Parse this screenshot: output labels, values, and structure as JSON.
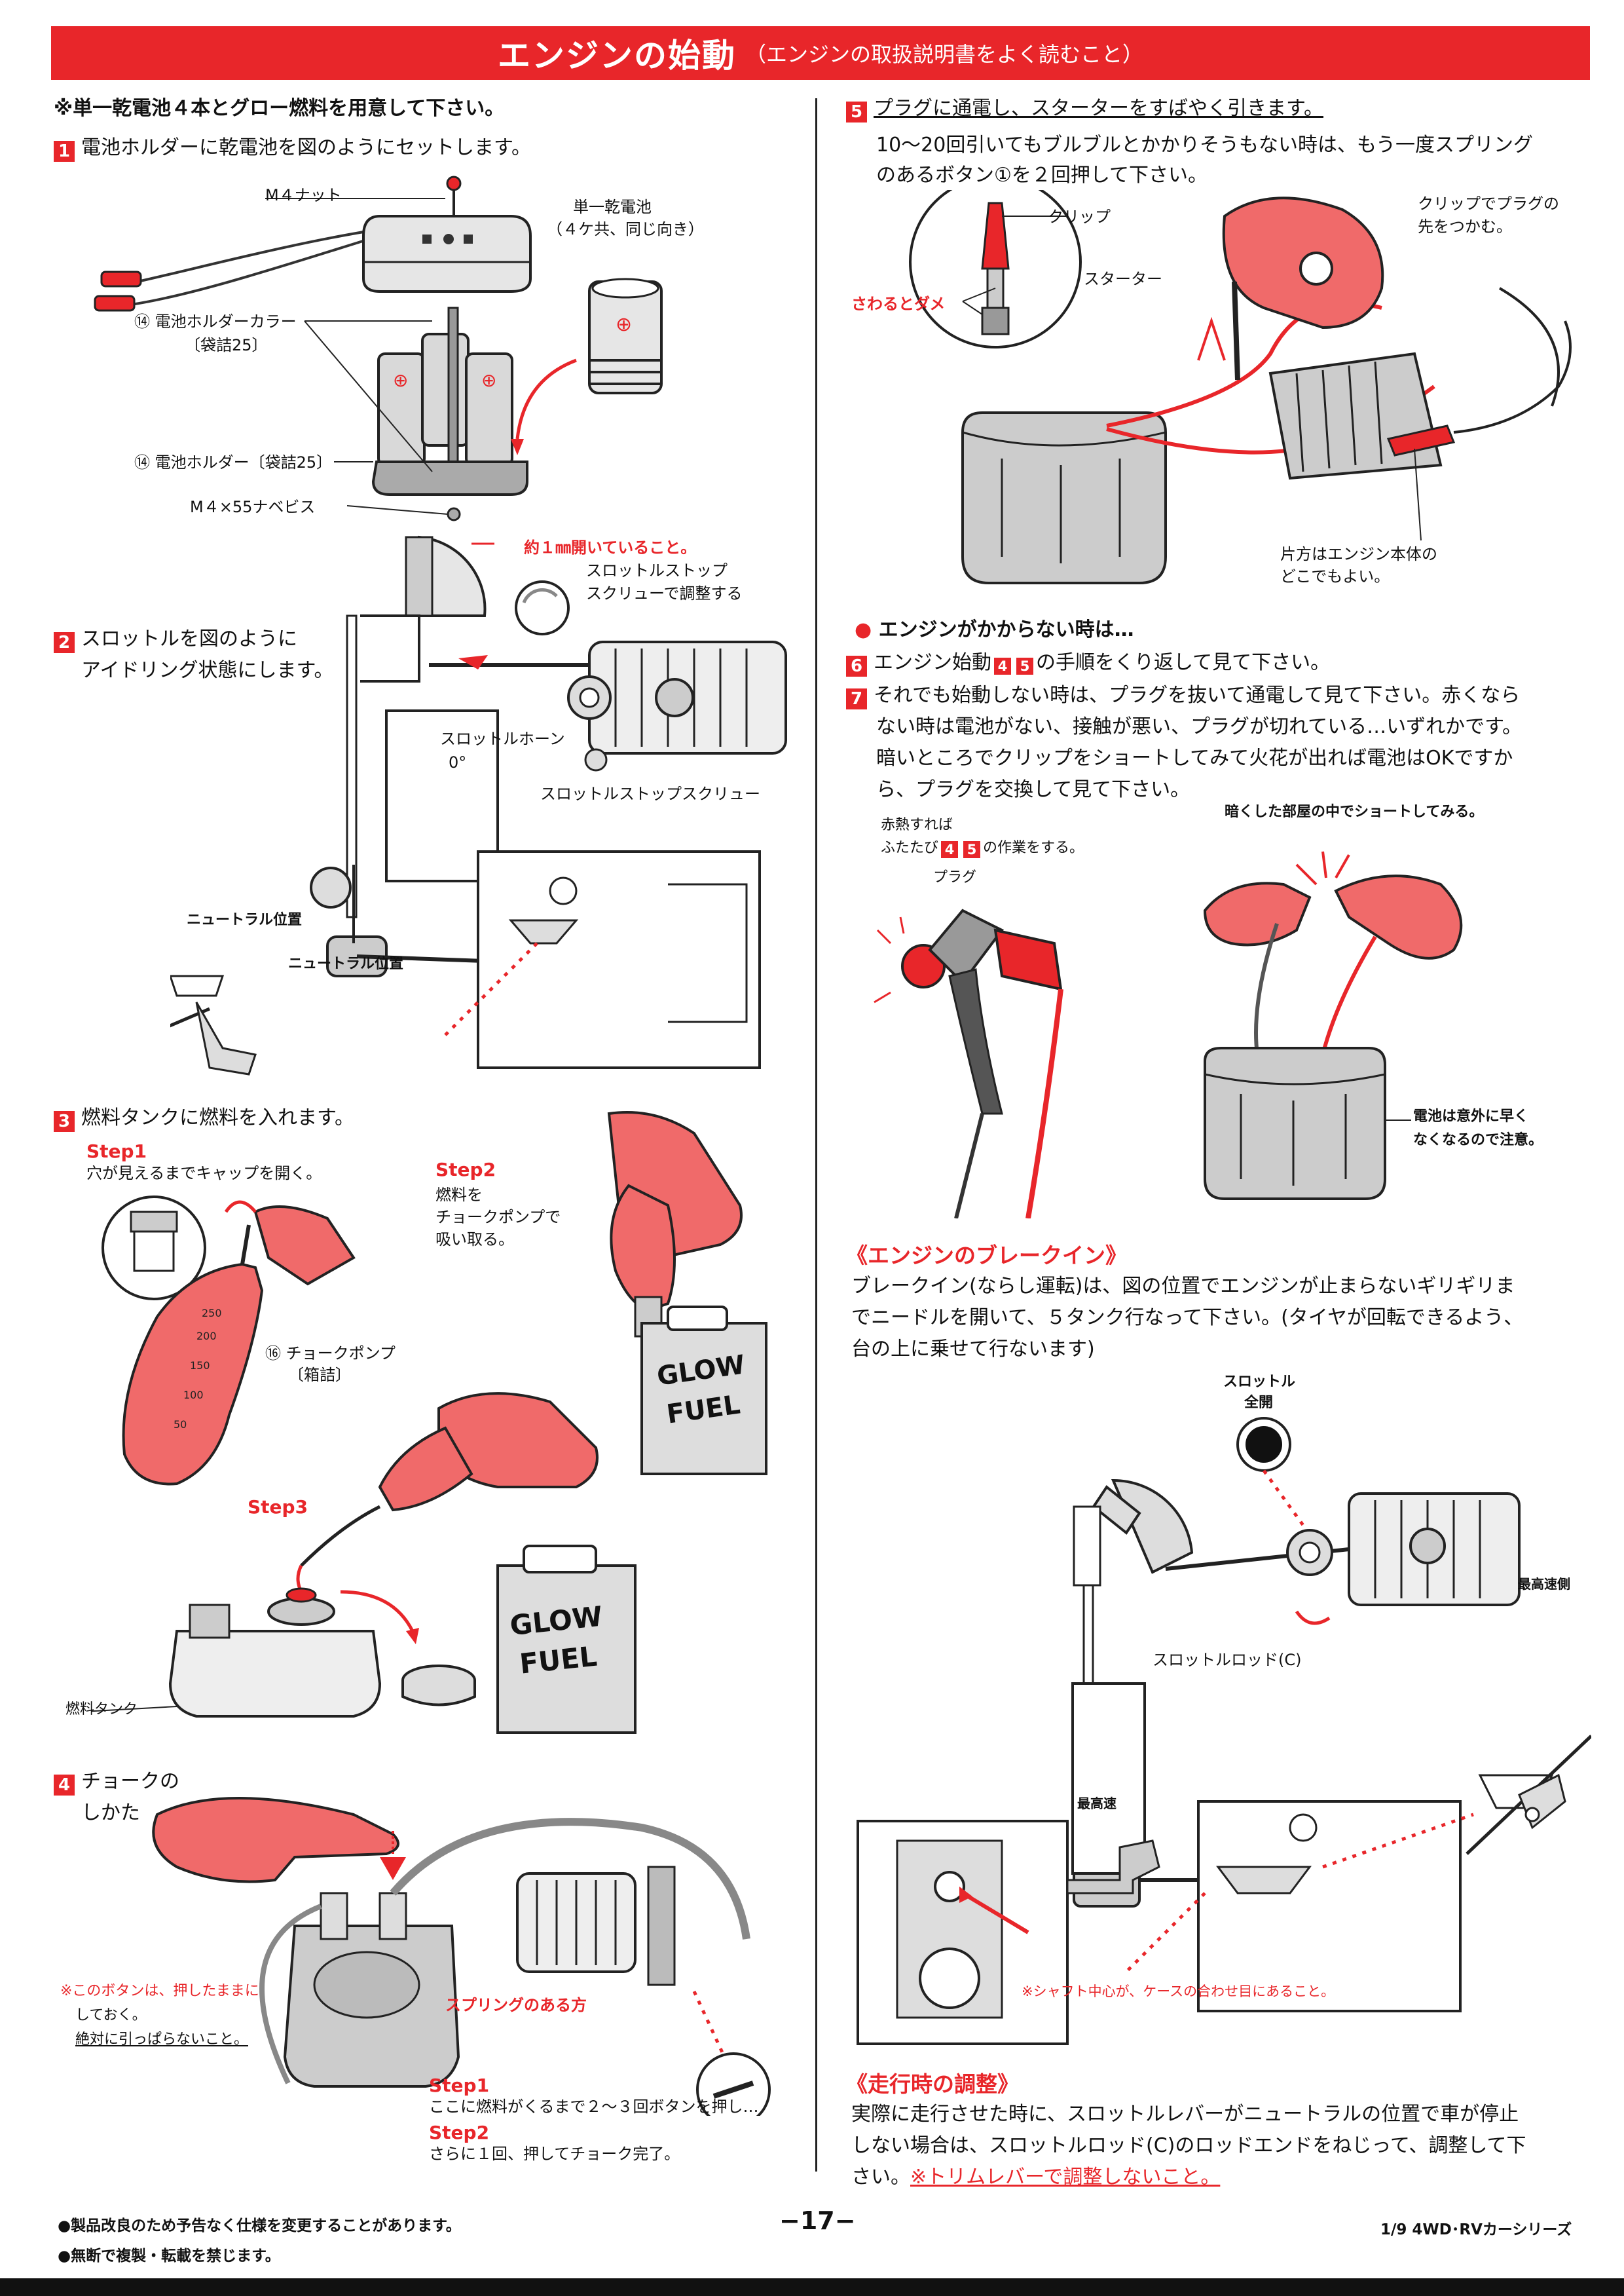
{
  "header": {
    "title": "エンジンの始動",
    "subtitle": "（エンジンの取扱説明書をよく読むこと）"
  },
  "left": {
    "intro": "※単一乾電池４本とグロー燃料を用意して下さい。",
    "step1": {
      "num": "1",
      "text": "電池ホルダーに乾電池を図のようにセットします。",
      "labels": {
        "m4nut": "M４ナット",
        "battery": "単一乾電池",
        "battery_note": "（４ケ共、同じ向き）",
        "collar": "⑭ 電池ホルダーカラー",
        "collar_bag": "〔袋詰25〕",
        "holder": "⑭ 電池ホルダー〔袋詰25〕",
        "screw": "M４×55ナベビス"
      }
    },
    "step2": {
      "num": "2",
      "text_line1": "スロットルを図のように",
      "text_line2": "アイドリング状態にします。",
      "labels": {
        "gap": "約１㎜開いていること。",
        "stop_note1": "スロットルストップ",
        "stop_note2": "スクリューで調整する",
        "horn": "スロットルホーン",
        "zero": "0°",
        "stop_screw": "スロットルストップスクリュー",
        "neutral1": "ニュートラル位置",
        "neutral2": "ニュートラル位置"
      }
    },
    "step3": {
      "num": "3",
      "text": "燃料タンクに燃料を入れます。",
      "step1_title": "Step1",
      "step1_text": "穴が見えるまでキャップを開く。",
      "step2_title": "Step2",
      "step2_l1": "燃料を",
      "step2_l2": "チョークポンプで",
      "step2_l3": "吸い取る。",
      "pump": "⑯ チョークポンプ",
      "pump_box": "〔箱詰〕",
      "step3_title": "Step3",
      "tank": "燃料タンク",
      "can_text1": "GLOW",
      "can_text2": "FUEL",
      "scale": [
        "250",
        "200",
        "150",
        "100",
        "50"
      ]
    },
    "step4": {
      "num": "4",
      "text_line1": "チョークの",
      "text_line2": "しかた",
      "note1": "※このボタンは、押したままに",
      "note2": "しておく。",
      "note3": "絶対に引っぱらないこと。",
      "spring": "スプリングのある方",
      "s1_title": "Step1",
      "s1_text": "ここに燃料がくるまで２〜３回ボタンを押し…",
      "s2_title": "Step2",
      "s2_text": "さらに１回、押してチョーク完了。"
    }
  },
  "right": {
    "step5": {
      "num": "5",
      "text": "プラグに通電し、スターターをすばやく引きます。",
      "sub1": "10〜20回引いてもブルブルとかかりそうもない時は、もう一度スプリング",
      "sub2": "のあるボタン①を２回押して下さい。",
      "clip": "クリップ",
      "dont_touch": "さわるとダメ",
      "starter": "スターター",
      "clip_note1": "クリップでプラグの",
      "clip_note2": "先をつかむ。",
      "other_end1": "片方はエンジン本体の",
      "other_end2": "どこでもよい。"
    },
    "no_start": "エンジンがかからない時は…",
    "step6": {
      "num": "6",
      "pre": "エンジン始動",
      "a": "4",
      "b": "5",
      "post": "の手順をくり返して見て下さい。"
    },
    "step7": {
      "num": "7",
      "l1": "それでも始動しない時は、プラグを抜いて通電して見て下さい。赤くなら",
      "l2": "ない時は電池がない、接触が悪い、プラグが切れている…いずれかです。",
      "l3": "暗いところでクリップをショートしてみて火花が出れば電池はOKですか",
      "l4": "ら、プラグを交換して見て下さい。",
      "hot1": "赤熱すれば",
      "hot2_pre": "ふたたび",
      "hot2_a": "4",
      "hot2_b": "5",
      "hot2_post": "の作業をする。",
      "plug": "プラグ",
      "dark": "暗くした部屋の中でショートしてみる。",
      "battery1": "電池は意外に早く",
      "battery2": "なくなるので注意。"
    },
    "breakin": {
      "title": "《エンジンのブレークイン》",
      "l1": "ブレークイン(ならし運転)は、図の位置でエンジンが止まらないギリギリま",
      "l2": "でニードルを開いて、５タンク行なって下さい。(タイヤが回転できるよう、",
      "l3": "台の上に乗せて行ないます)",
      "throttle1": "スロットル",
      "throttle2": "全開",
      "top_side": "最高速側",
      "rod": "スロットルロッド(C)",
      "top": "最高速",
      "shaft": "※シャフト中心が、ケースの合わせ目にあること。"
    },
    "running": {
      "title": "《走行時の調整》",
      "l1": "実際に走行させた時に、スロットルレバーがニュートラルの位置で車が停止",
      "l2": "しない場合は、スロットルロッド(C)のロッドエンドをねじって、調整して下",
      "l3_pre": "さい。",
      "l3_red": "※トリムレバーで調整しないこと。"
    }
  },
  "footer": {
    "note1": "●製品改良のため予告なく仕様を変更することがあります。",
    "note2": "●無断で複製・転載を禁じます。",
    "page": "−17−",
    "series": "1/9 4WD･RVカーシリーズ"
  },
  "colors": {
    "accent": "#e8262a",
    "ink": "#111111",
    "hand": "#f06a6a"
  }
}
